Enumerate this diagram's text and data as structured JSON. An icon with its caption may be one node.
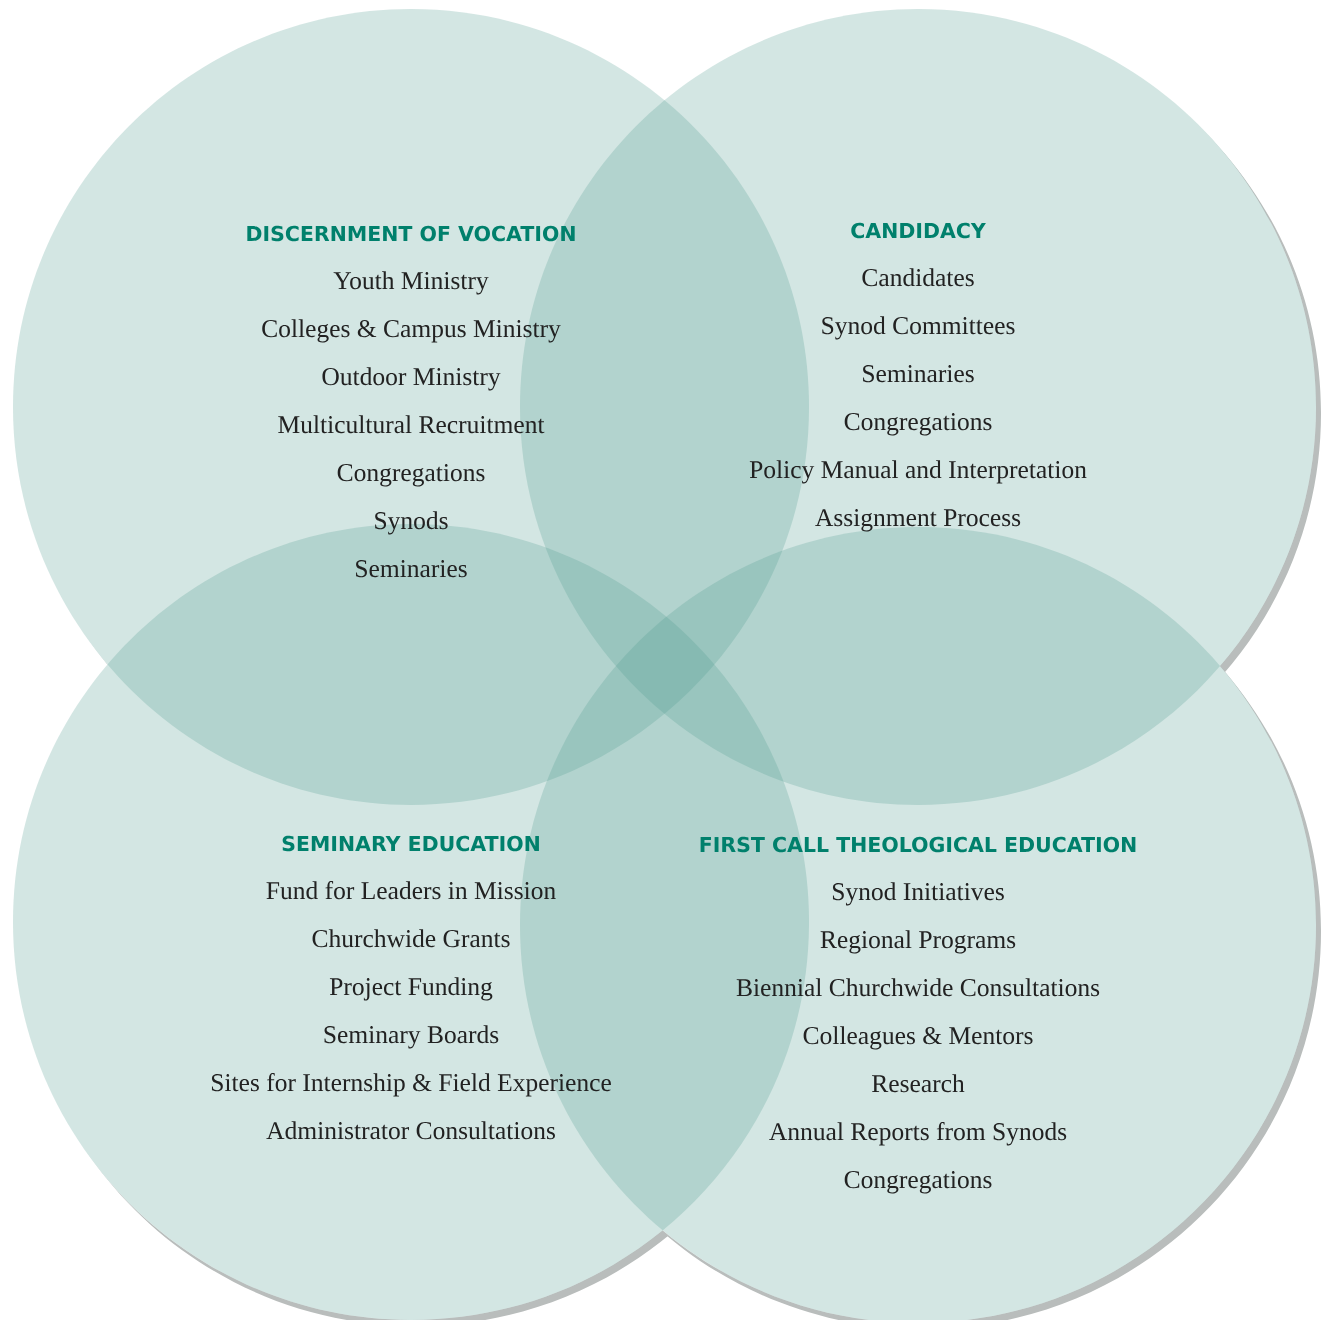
{
  "diagram": {
    "nodes": [
      {
        "text": [
          "DISCERNMENT OF VOCATION",
          "Youth Ministry",
          "Colleges & Campus Ministry",
          "Outdoor Ministry",
          "Multicultural Recruitment",
          "Congregations",
          "Synods",
          "Seminaries"
        ]
      },
      {
        "text": [
          "CANDIDACY",
          "Candidates",
          "Synod Committees",
          "Seminaries",
          "Congregations",
          "Policy Manual and Interpretation",
          "Assignment Process"
        ]
      },
      {
        "text": [
          "SEMINARY EDUCATION",
          "Fund for Leaders in Mission",
          "Churchwide Grants",
          "Project Funding",
          "Seminary Boards",
          "Sites for Internship & Field Experience",
          "Administrator Consultations"
        ]
      },
      {
        "text": [
          "FIRST CALL THEOLOGICAL EDUCATION",
          "Synod Initiatives",
          "Regional Programs",
          "Biennial Churchwide Consultations",
          "Colleagues & Mentors",
          "Research",
          "Annual Reports from Synods",
          "Congregations"
        ]
      }
    ]
  }
}
